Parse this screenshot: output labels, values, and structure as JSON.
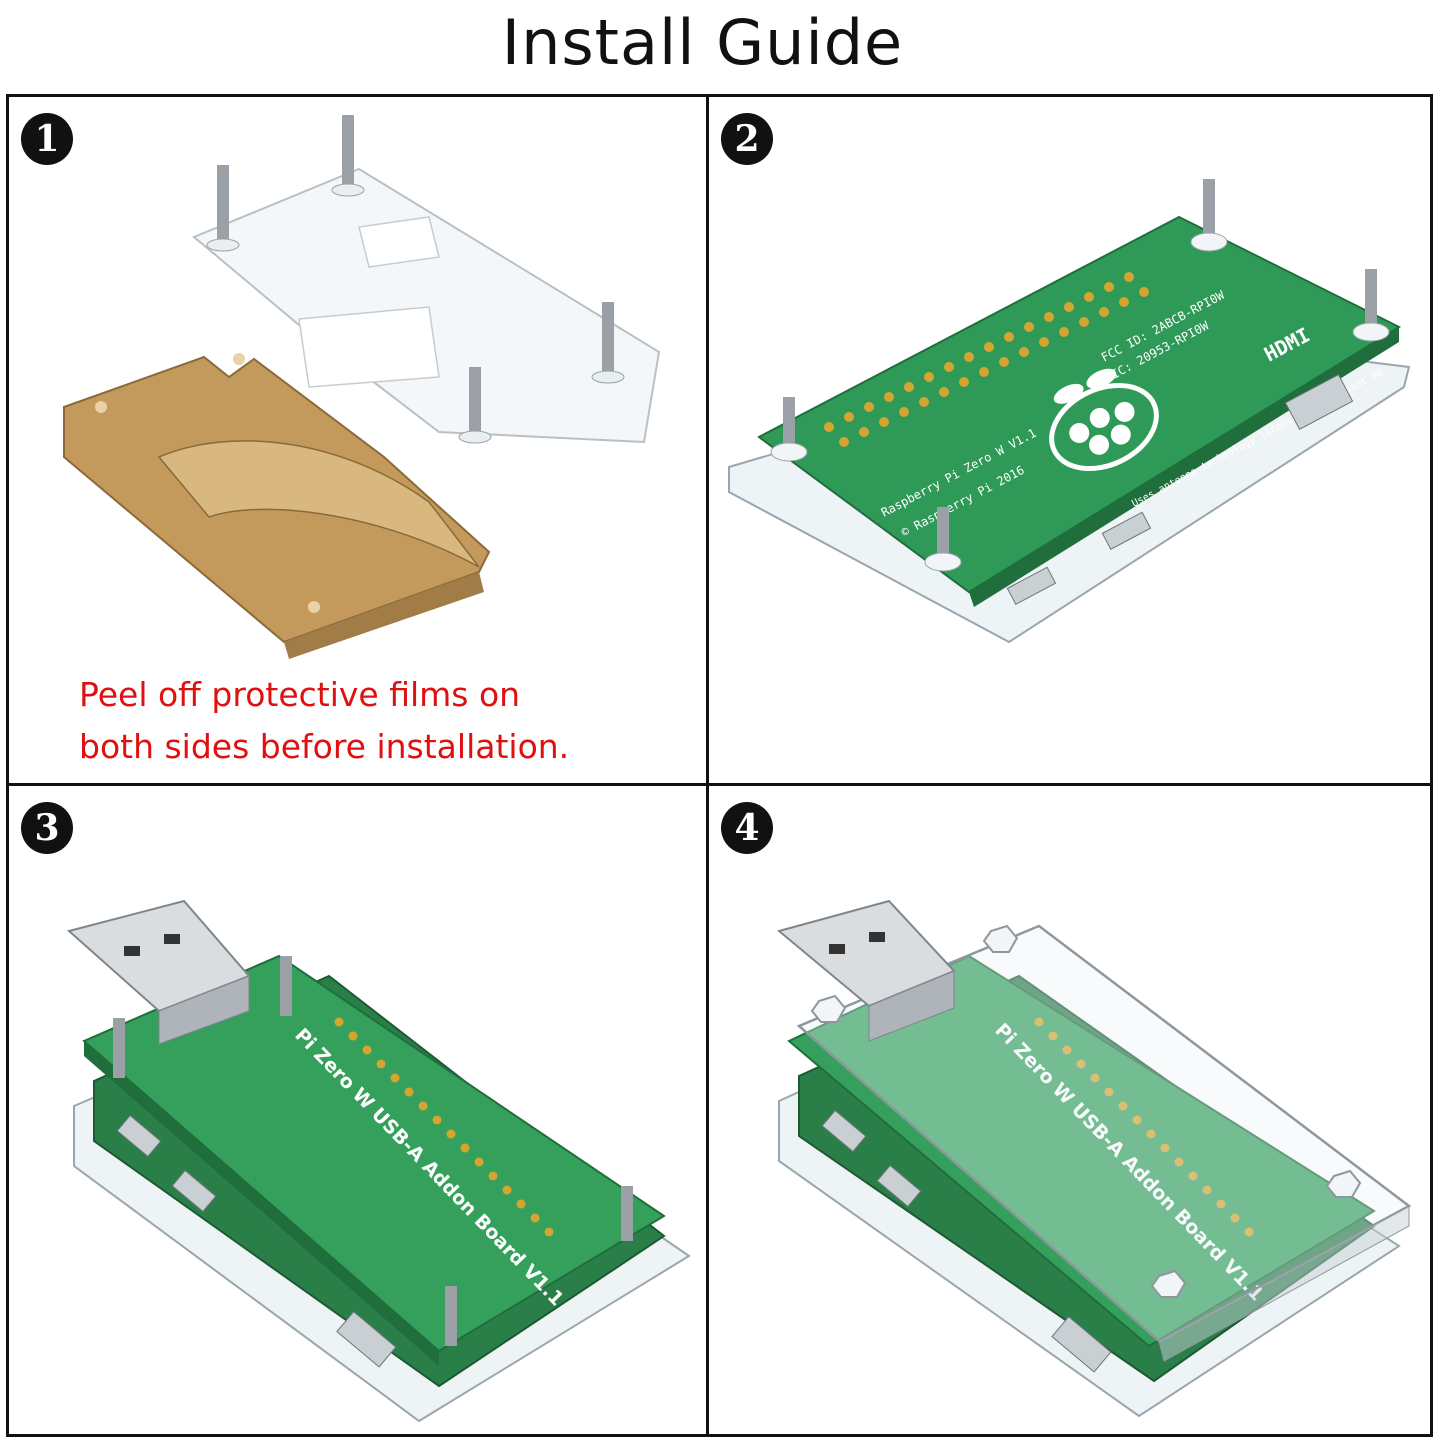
{
  "title": "Install Guide",
  "steps": [
    {
      "number": "1",
      "note_line1": "Peel off protective films on",
      "note_line2": "both sides before installation."
    },
    {
      "number": "2",
      "board_text": [
        "Raspberry Pi Zero W V1.1",
        "© Raspberry Pi 2016",
        "FCC ID: 2ABCB-RPI0W",
        "IC: 20953-RPI0W",
        "HDMI",
        "Uses antenna technology licensed from Proant AB"
      ]
    },
    {
      "number": "3",
      "board_label": "Pi Zero W USB-A Addon Board V1.1"
    },
    {
      "number": "4",
      "board_label": "Pi Zero W USB-A Addon Board V1.1"
    }
  ],
  "colors": {
    "note": "#e01010",
    "pcb": "#2f9a57",
    "gold": "#d4a531",
    "film": "#c49a5c"
  }
}
